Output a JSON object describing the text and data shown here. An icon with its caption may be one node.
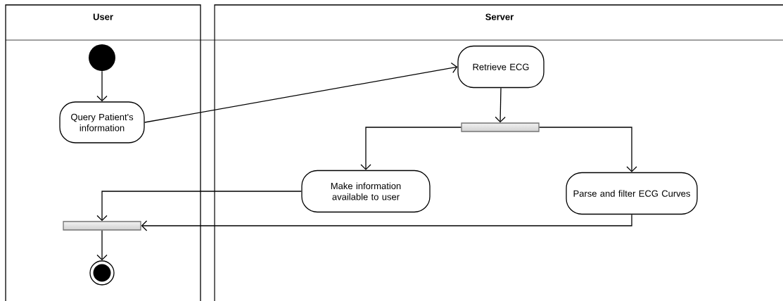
{
  "diagram": {
    "nodes": [
      {
        "text": [
          "User"
        ]
      },
      {
        "text": [
          "Server"
        ]
      },
      {
        "text": [],
        "shape": "circle",
        "in": 0
      },
      {
        "text": [
          "Query Patient's information"
        ],
        "in": 0
      },
      {
        "text": [
          "Retrieve ECG"
        ],
        "in": 1
      },
      {
        "text": [],
        "shape": "bar",
        "in": 1
      },
      {
        "text": [
          "Make information available to user"
        ],
        "in": 1
      },
      {
        "text": [
          "Parse and filter ECG Curves"
        ],
        "in": 1
      },
      {
        "text": [],
        "shape": "bar",
        "in": 0
      },
      {
        "text": [],
        "shape": "circle",
        "in": 0
      }
    ],
    "edges": [
      {
        "from": 2,
        "to": 3,
        "arrow": "to"
      },
      {
        "from": 3,
        "to": 4,
        "arrow": "to"
      },
      {
        "from": 4,
        "to": 5,
        "arrow": "to"
      },
      {
        "from": 5,
        "to": 6,
        "arrow": "to"
      },
      {
        "from": 5,
        "to": 7,
        "arrow": "to"
      },
      {
        "from": 6,
        "to": 8,
        "arrow": "to"
      },
      {
        "from": 7,
        "to": 8,
        "arrow": "to"
      },
      {
        "from": 8,
        "to": 9,
        "arrow": "to"
      }
    ]
  }
}
